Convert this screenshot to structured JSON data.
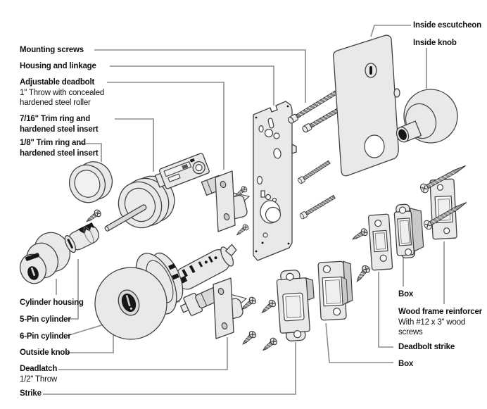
{
  "colors": {
    "background": "#ffffff",
    "part_outline": "#3f3f3f",
    "part_fill": "#e9e9e9",
    "part_shade": "#c9c9c9",
    "detail_dark": "#161616",
    "leader_line": "#8e8e8e",
    "label_text": "#111111"
  },
  "labels": {
    "mounting_screws": {
      "title": "Mounting screws"
    },
    "housing_linkage": {
      "title": "Housing and linkage"
    },
    "adjustable_deadbolt": {
      "title": "Adjustable deadbolt",
      "sub1": "1\" Throw with concealed",
      "sub2": "hardened steel roller"
    },
    "trim_ring_7_16": {
      "title": "7/16\" Trim ring and",
      "title2": "hardened steel insert"
    },
    "trim_ring_1_8": {
      "title": "1/8\" Trim ring and",
      "title2": "hardened steel insert"
    },
    "cylinder_housing": {
      "title": "Cylinder housing"
    },
    "five_pin": {
      "title": "5-Pin cylinder"
    },
    "six_pin": {
      "title": "6-Pin cylinder"
    },
    "outside_knob": {
      "title": "Outside knob"
    },
    "deadlatch": {
      "title": "Deadlatch",
      "sub1": "1/2\" Throw"
    },
    "strike": {
      "title": "Strike"
    },
    "inside_escutcheon": {
      "title": "Inside escutcheon"
    },
    "inside_knob": {
      "title": "Inside knob"
    },
    "box_top": {
      "title": "Box"
    },
    "wood_frame_reinforcer": {
      "title": "Wood frame reinforcer",
      "sub1": "With #12 x 3\" wood",
      "sub2": "screws"
    },
    "deadbolt_strike": {
      "title": "Deadbolt strike"
    },
    "box_bottom": {
      "title": "Box"
    }
  }
}
